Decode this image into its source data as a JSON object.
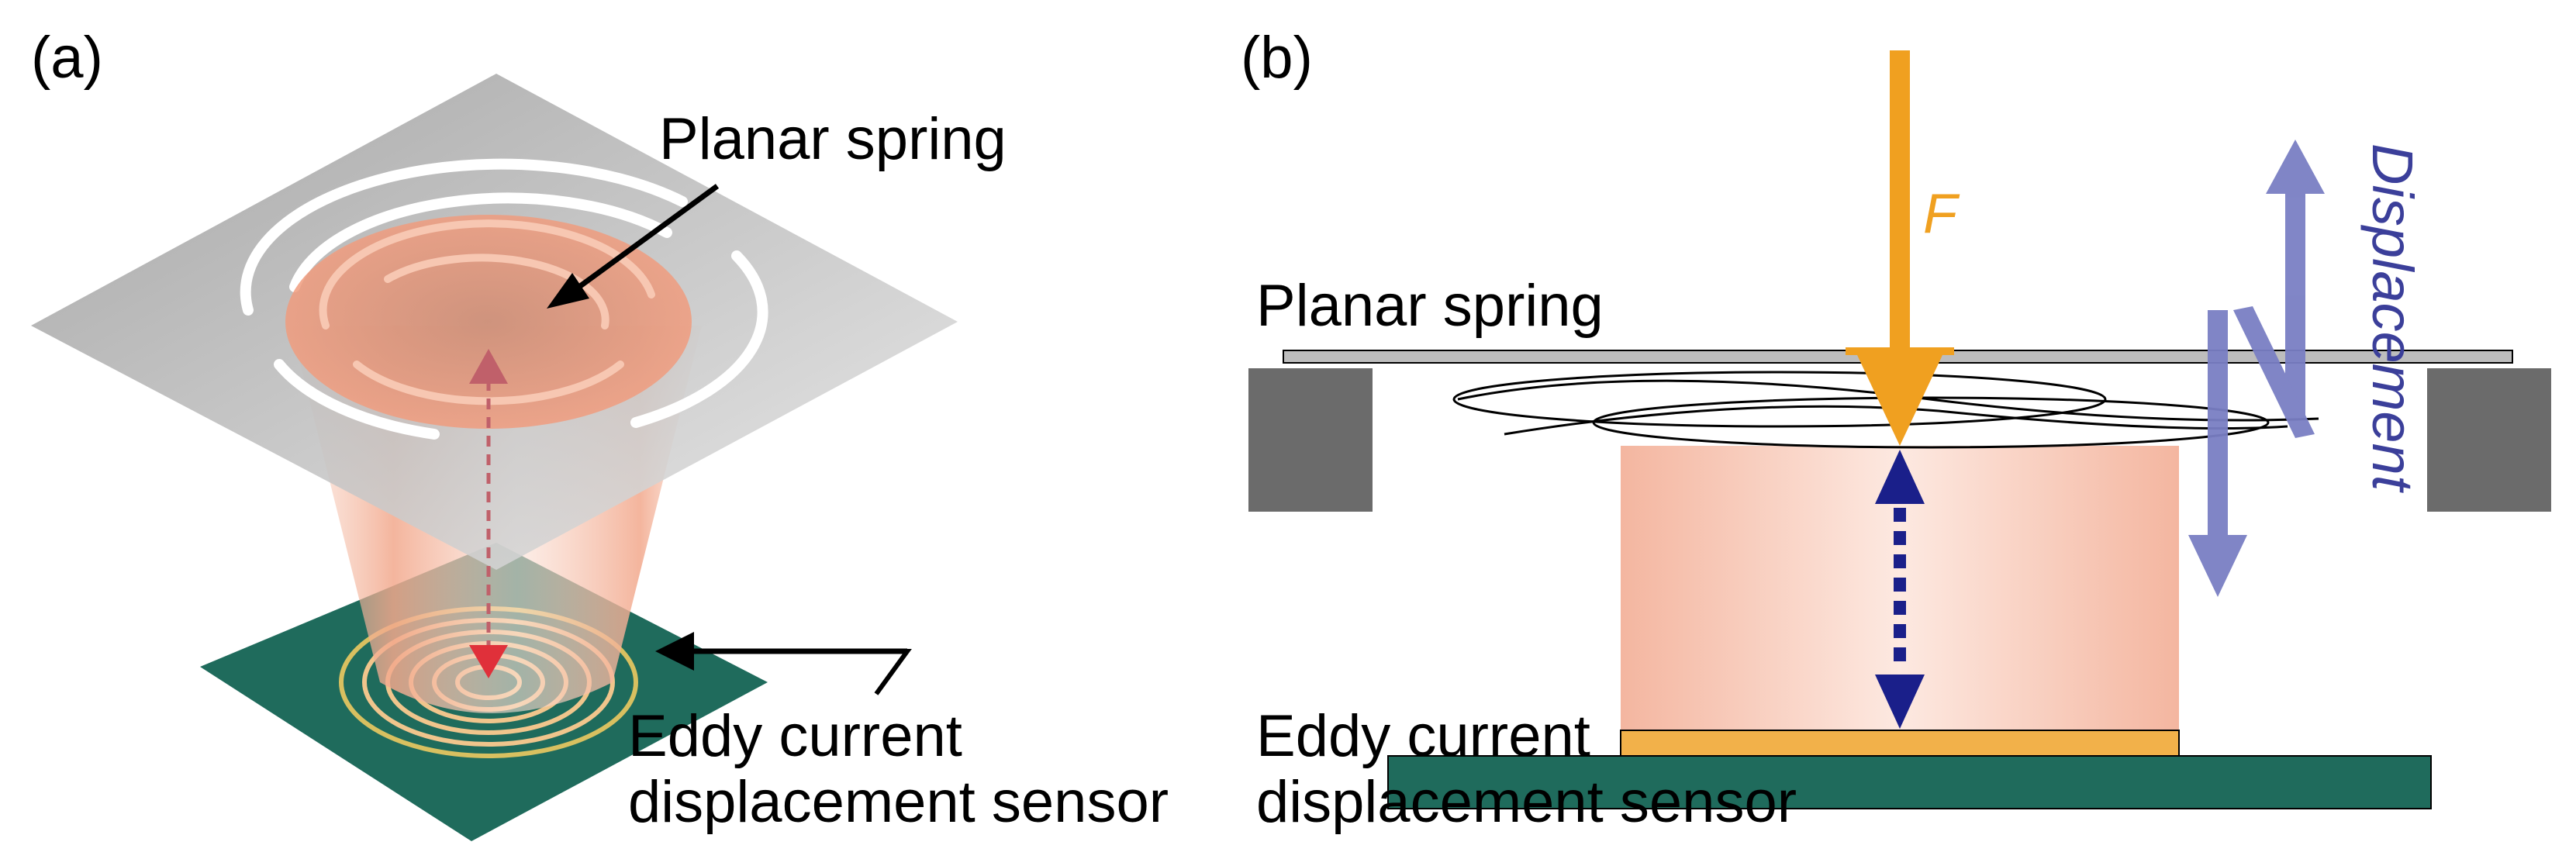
{
  "panel_a": {
    "label": "(a)",
    "spring_label": "Planar spring",
    "sensor_label_line1": "Eddy current",
    "sensor_label_line2": "displacement sensor"
  },
  "panel_b": {
    "label": "(b)",
    "force_label": "F",
    "displacement_label": "Displacement",
    "spring_label": "Planar spring",
    "sensor_label_line1": "Eddy current",
    "sensor_label_line2": "displacement sensor"
  },
  "colors": {
    "spring_plate": "#c8c8c8",
    "pcb": "#1f6b5c",
    "coil_field": "#f4b9a4",
    "force_arrow": "#f0a020",
    "displacement_arrow": "#7a7fc4",
    "gap_arrow": "#1a1f8a",
    "support_block": "#6b6b6b",
    "sensor_coil": "#f2b14a",
    "red_arrow": "#e0303a"
  }
}
